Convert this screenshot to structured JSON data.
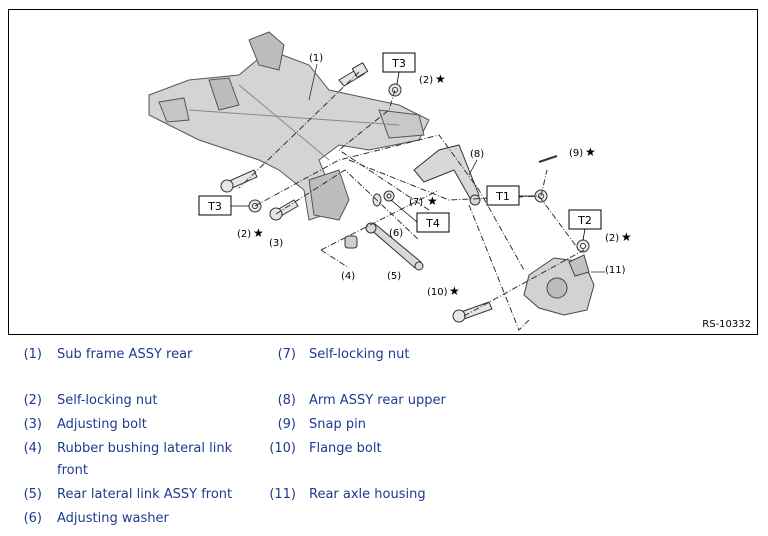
{
  "figure": {
    "ref_code": "RS-10332",
    "callouts": [
      "(1)",
      "(2)",
      "(2)",
      "(2)",
      "(3)",
      "(4)",
      "(5)",
      "(6)",
      "(7)",
      "(8)",
      "(9)",
      "(10)",
      "(11)"
    ],
    "torque_labels": [
      "T3",
      "T3",
      "T1",
      "T2",
      "T4"
    ],
    "star": "★"
  },
  "legend": {
    "left": [
      {
        "num": "(1)",
        "text": "Sub frame ASSY rear"
      },
      {
        "num": "(2)",
        "text": "Self-locking nut"
      },
      {
        "num": "(3)",
        "text": "Adjusting bolt"
      },
      {
        "num": "(4)",
        "text": "Rubber bushing lateral link"
      },
      {
        "num": "",
        "text": "front"
      },
      {
        "num": "(5)",
        "text": "Rear lateral link ASSY front"
      },
      {
        "num": "(6)",
        "text": "Adjusting washer"
      }
    ],
    "right": [
      {
        "num": "(7)",
        "text": "Self-locking nut"
      },
      {
        "num": "(8)",
        "text": "Arm ASSY rear upper"
      },
      {
        "num": "(9)",
        "text": "Snap pin"
      },
      {
        "num": "(10)",
        "text": "Flange bolt"
      },
      {
        "num": "(11)",
        "text": "Rear axle housing"
      }
    ]
  }
}
